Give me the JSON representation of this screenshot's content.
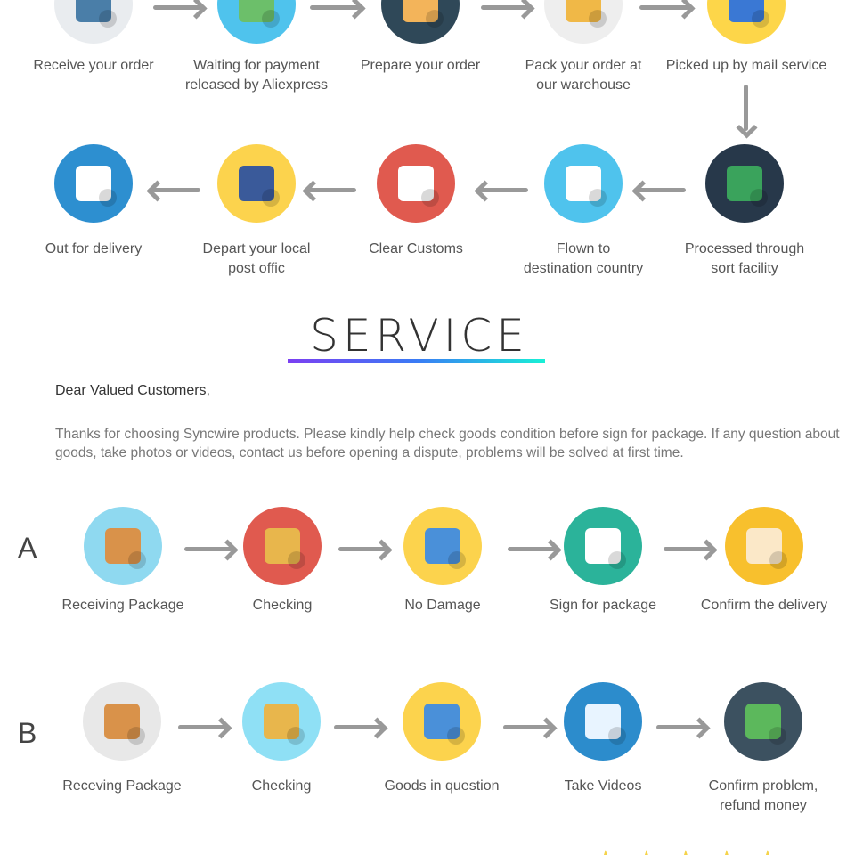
{
  "process": {
    "row1": [
      {
        "label": "Receive your order",
        "icon": "order-form-icon",
        "color": "#e9ecef",
        "accent": "#4a7ea8"
      },
      {
        "label": "Waiting for payment\nreleased by Aliexpress",
        "icon": "money-icon",
        "color": "#4fc3ed",
        "accent": "#6cbf6a"
      },
      {
        "label": "Prepare your order",
        "icon": "envelope-icon",
        "color": "#2f4858",
        "accent": "#f3b45a"
      },
      {
        "label": "Pack your order at\nour warehouse",
        "icon": "box-icon",
        "color": "#eeeeee",
        "accent": "#f0b847"
      },
      {
        "label": "Picked up by mail service",
        "icon": "truck-icon",
        "color": "#fdd649",
        "accent": "#3a78d4"
      }
    ],
    "row2": [
      {
        "label": "Out for delivery",
        "icon": "hand-package-icon",
        "color": "#2d8fd0",
        "accent": "#ffffff"
      },
      {
        "label": "Depart your local\npost offic",
        "icon": "delivery-truck-icon",
        "color": "#fcd34d",
        "accent": "#3a5a9a"
      },
      {
        "label": "Clear Customs",
        "icon": "customs-officer-icon",
        "color": "#e05a4f",
        "accent": "#ffffff"
      },
      {
        "label": "Flown to\ndestination country",
        "icon": "airplane-icon",
        "color": "#4fc3ed",
        "accent": "#ffffff"
      },
      {
        "label": "Processed through\nsort facility",
        "icon": "globe-icon",
        "color": "#27384a",
        "accent": "#3aa35c"
      }
    ]
  },
  "service": {
    "title": "SERVICE",
    "greeting": "Dear Valued Customers,",
    "message": "Thanks for choosing Syncwire products. Please kindly help check goods condition before sign for package. If any question about goods, take photos or videos, contact us before opening a dispute, problems will be solved at first time.",
    "rowA": {
      "letter": "A",
      "steps": [
        {
          "label": "Receiving Package",
          "icon": "package-icon",
          "color": "#8fd9f0",
          "accent": "#d9924a"
        },
        {
          "label": "Checking",
          "icon": "open-box-icon",
          "color": "#e05a4f",
          "accent": "#e8b64c"
        },
        {
          "label": "No Damage",
          "icon": "smiley-icon",
          "color": "#fcd34d",
          "accent": "#4a90d9"
        },
        {
          "label": "Sign for package",
          "icon": "sign-document-icon",
          "color": "#2bb39a",
          "accent": "#ffffff"
        },
        {
          "label": "Confirm the delivery",
          "icon": "handshake-icon",
          "color": "#f8c02d",
          "accent": "#fbe8c8"
        }
      ]
    },
    "rowB": {
      "letter": "B",
      "steps": [
        {
          "label": "Receving Package",
          "icon": "package-icon",
          "color": "#e8e8e8",
          "accent": "#d9924a"
        },
        {
          "label": "Checking",
          "icon": "open-box-icon",
          "color": "#8fe0f5",
          "accent": "#e8b64c"
        },
        {
          "label": "Goods in question",
          "icon": "sad-face-icon",
          "color": "#fcd34d",
          "accent": "#4a90d9"
        },
        {
          "label": "Take Videos",
          "icon": "photos-icon",
          "color": "#2c8ccc",
          "accent": "#e8f4ff"
        },
        {
          "label": "Confirm problem,\nrefund money",
          "icon": "money-stack-icon",
          "color": "#3c5160",
          "accent": "#5cb85c"
        }
      ]
    }
  }
}
